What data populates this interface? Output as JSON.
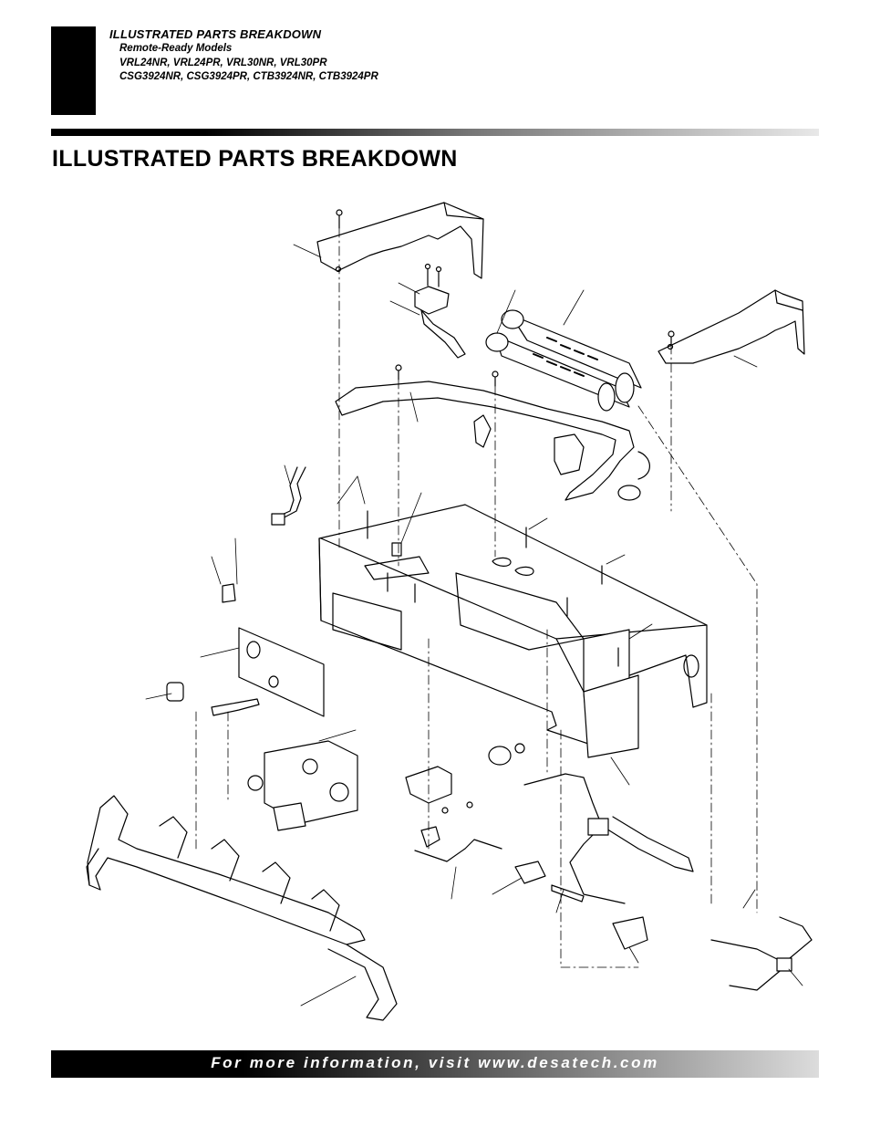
{
  "header": {
    "section_title": "ILLUSTRATED PARTS BREAKDOWN",
    "subtitle_line1": "Remote-Ready Models",
    "subtitle_line2": "VRL24NR, VRL24PR, VRL30NR, VRL30PR",
    "subtitle_line3": "CSG3924NR, CSG3924PR, CTB3924NR, CTB3924PR"
  },
  "page": {
    "title": "ILLUSTRATED PARTS BREAKDOWN"
  },
  "diagram": {
    "parts_shown": [
      "heat-shield-left-icon",
      "heat-shield-right-icon",
      "burner-tube-icon",
      "ceramic-burner-logs-icon",
      "pilot-assembly-icon",
      "burner-base-icon",
      "control-panel-icon",
      "gas-valve-icon",
      "control-knob-icon",
      "gas-tubing-icon",
      "regulator-icon",
      "log-grate-icon",
      "wire-harness-icon",
      "piezo-igniter-icon",
      "screw-icon"
    ]
  },
  "footer": {
    "text": "For more information, visit www.desatech.com"
  },
  "colors": {
    "ink": "#000000",
    "paper": "#ffffff"
  }
}
